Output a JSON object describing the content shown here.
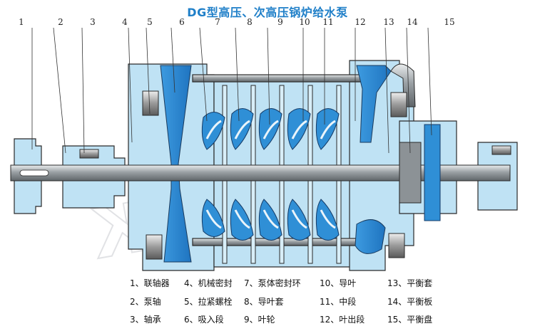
{
  "title": "DG型高压、次高压锅炉给水泵",
  "callout_numbers": [
    "1",
    "2",
    "3",
    "4",
    "5",
    "6",
    "7",
    "8",
    "9",
    "10",
    "11",
    "12",
    "13",
    "14",
    "15"
  ],
  "legend": [
    "1、联轴器",
    "4、机械密封",
    "7、泵体密封环",
    "10、导叶",
    "13、平衡套",
    "2、泵轴",
    "5、拉紧螺栓",
    "8、导叶套",
    "11、中段",
    "14、平衡板",
    "3、轴承",
    "6、吸入段",
    "9、叶轮",
    "12、叶出段",
    "15、平衡盘"
  ],
  "colors": {
    "title": "#1f7fc8",
    "casing": "#bfe2f4",
    "water": "#2f8fd6",
    "shaft": "#8c9296",
    "outline": "#2a2a2a"
  }
}
